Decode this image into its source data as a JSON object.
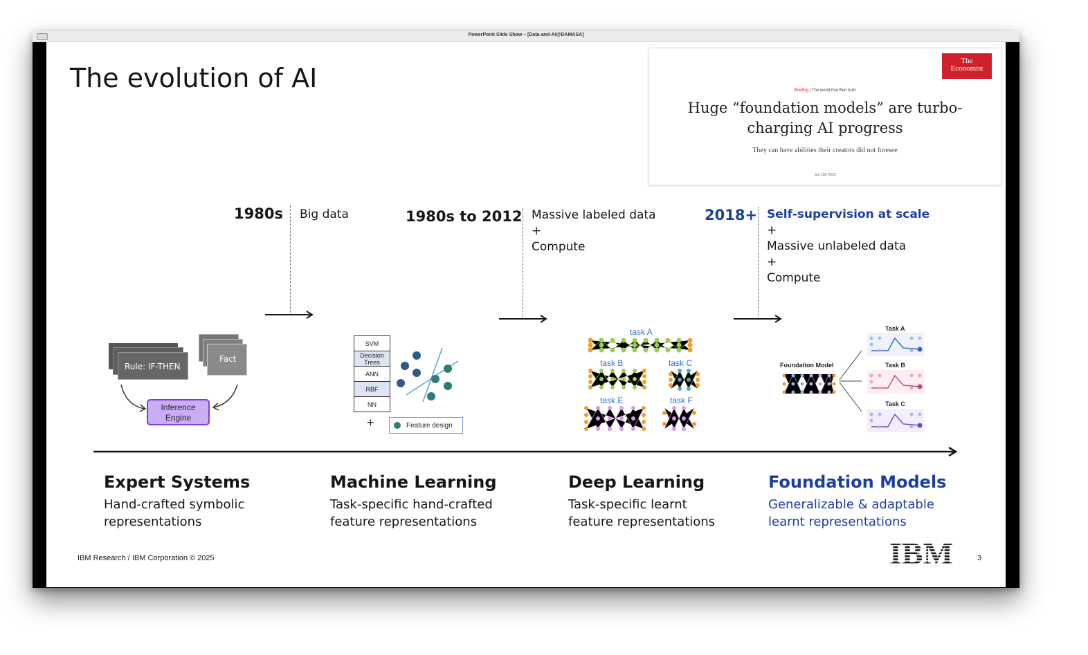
{
  "window": {
    "title": "PowerPoint Slide Show – [Data-and-AI@DAMASA]"
  },
  "slide": {
    "title": "The evolution of AI",
    "article": {
      "logo_line1": "The",
      "logo_line2": "Economist",
      "kicker_section": "Briefing",
      "kicker_title": "The world that Bert built",
      "headline": "Huge “foundation models” are turbo-charging AI progress",
      "subhead": "They can have abilities their creators did not foresee",
      "date": "Jun 11th 2022"
    },
    "eras": [
      {
        "label": "1980s",
        "notes": [
          "Big data"
        ]
      },
      {
        "label": "1980s to 2012",
        "notes": [
          "Massive labeled data",
          "+",
          "Compute"
        ]
      },
      {
        "label": "2018+",
        "notes": [
          "Self-supervision at scale",
          "+",
          "Massive unlabeled data",
          "+",
          "Compute"
        ]
      }
    ],
    "expert_graphic": {
      "rule": "Rule: IF-THEN",
      "fact": "Fact",
      "engine": "Inference Engine"
    },
    "ml_graphic": {
      "methods": [
        "SVM",
        "Decision Trees",
        "ANN",
        "RBF",
        "NN"
      ],
      "plus": "+",
      "feature": "Feature design"
    },
    "dl_graphic": {
      "tasks": [
        "task A",
        "task B",
        "task C",
        "task E",
        "task F"
      ]
    },
    "fm_graphic": {
      "model": "Foundation Model",
      "tasks": [
        "Task A",
        "Task B",
        "Task C"
      ]
    },
    "categories": [
      {
        "title": "Expert Systems",
        "desc1": "Hand-crafted symbolic",
        "desc2": "representations"
      },
      {
        "title": "Machine Learning",
        "desc1": "Task-specific hand-crafted",
        "desc2": "feature representations"
      },
      {
        "title": "Deep Learning",
        "desc1": "Task-specific learnt",
        "desc2": "feature representations"
      },
      {
        "title": "Foundation Models",
        "desc1": "Generalizable & adaptable",
        "desc2": "learnt representations"
      }
    ],
    "footer": {
      "left": "IBM Research / IBM Corporation © 2025",
      "logo": "IBM",
      "page": "3"
    },
    "colors": {
      "accent_blue": "#1c3f9e",
      "economist_red": "#d0202b",
      "engine_purple": "#c9aef5"
    }
  }
}
